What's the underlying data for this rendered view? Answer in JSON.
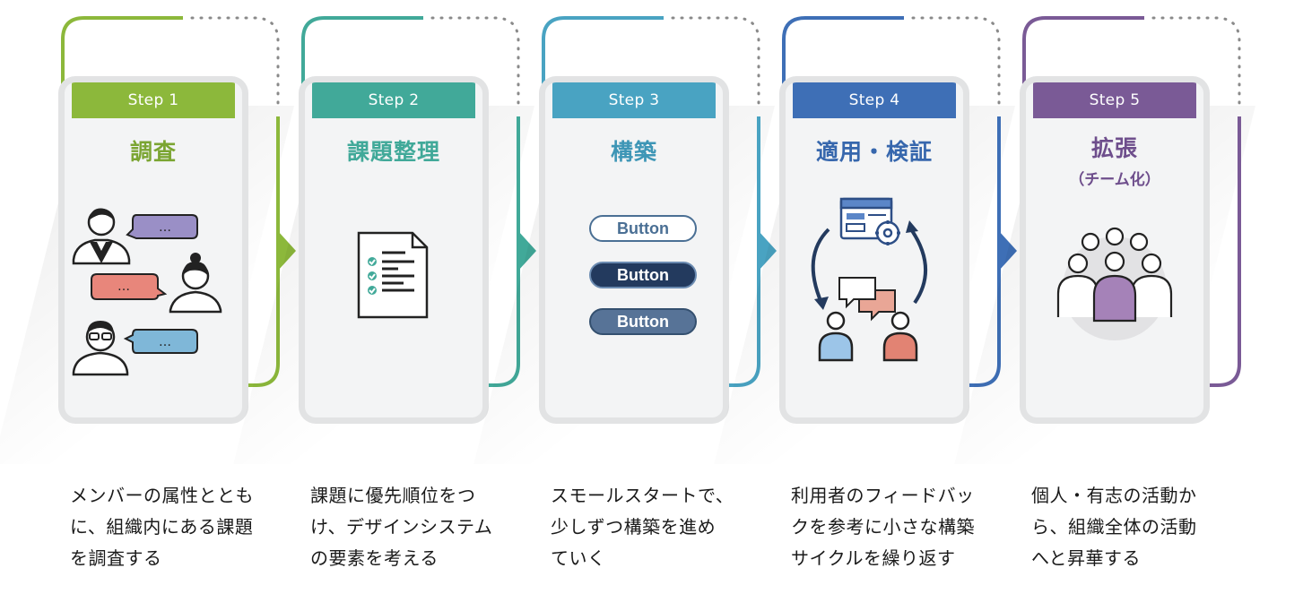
{
  "colors": {
    "step1": "#8cb83b",
    "step2": "#41a999",
    "step3": "#49a3c2",
    "step4": "#3e6fb6",
    "step5": "#7a5a96",
    "card_bg": "#f3f4f5",
    "dark_navy": "#233a5e"
  },
  "steps": [
    {
      "label": "Step 1",
      "title": "調査",
      "subtitle": "",
      "icon": "interview-people-icon",
      "description": "メンバーの属性とともに、組織内にある課題を調査する",
      "desc_lines": [
        "メンバーの属性ととも",
        "に、組織内にある課題",
        "を調査する"
      ],
      "bubble_text": "…"
    },
    {
      "label": "Step 2",
      "title": "課題整理",
      "subtitle": "",
      "icon": "checklist-document-icon",
      "description": "課題に優先順位をつけ、デザインシステムの要素を考える",
      "desc_lines": [
        "課題に優先順位をつ",
        "け、デザインシステム",
        "の要素を考える"
      ]
    },
    {
      "label": "Step 3",
      "title": "構築",
      "subtitle": "",
      "icon": "buttons-icon",
      "buttons": [
        "Button",
        "Button",
        "Button"
      ],
      "description": "スモールスタートで、少しずつ構築を進めていく",
      "desc_lines": [
        "スモールスタートで、",
        "少しずつ構築を進め",
        "ていく"
      ]
    },
    {
      "label": "Step 4",
      "title": "適用・検証",
      "subtitle": "",
      "icon": "feedback-cycle-icon",
      "description": "利用者のフィードバックを参考に小さな構築サイクルを繰り返す",
      "desc_lines": [
        "利用者のフィードバッ",
        "クを参考に小さな構築",
        "サイクルを繰り返す"
      ]
    },
    {
      "label": "Step 5",
      "title": "拡張",
      "subtitle": "（チーム化）",
      "icon": "team-icon",
      "description": "個人・有志の活動から、組織全体の活動へと昇華する",
      "desc_lines": [
        "個人・有志の活動か",
        "ら、組織全体の活動",
        "へと昇華する"
      ]
    }
  ]
}
